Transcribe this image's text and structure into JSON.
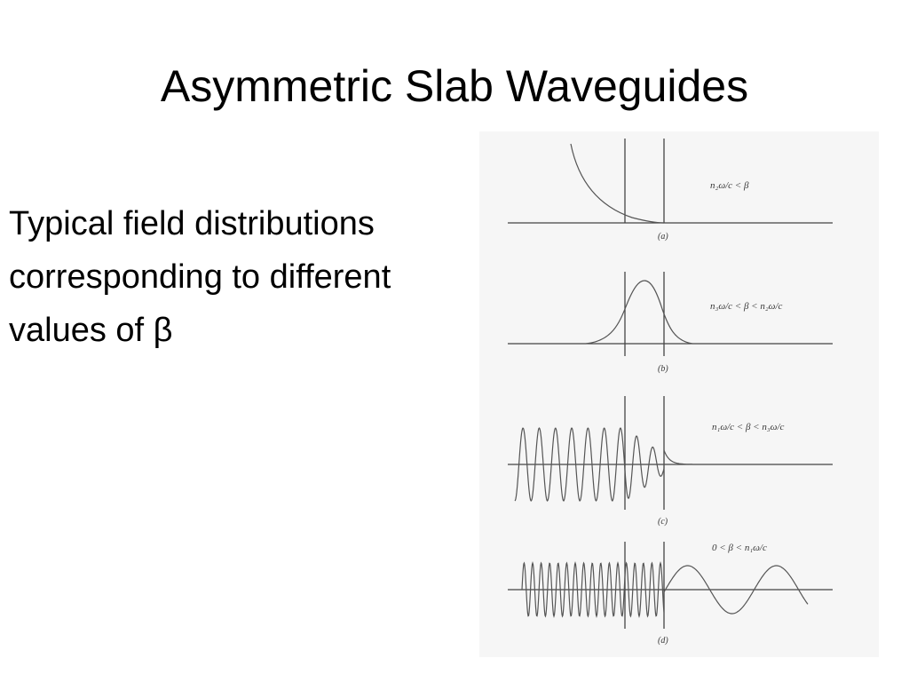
{
  "slide": {
    "title": "Asymmetric Slab Waveguides",
    "body_lines": [
      "Typical field distributions",
      "corresponding to different",
      "values of β"
    ]
  },
  "figure": {
    "panels": [
      {
        "condition": "n₂ω/c < β",
        "tag": "(a)"
      },
      {
        "condition": "n₃ω/c < β < n₂ω/c",
        "tag": "(b)"
      },
      {
        "condition": "n₁ω/c < β < n₃ω/c",
        "tag": "(c)"
      },
      {
        "condition": "0 < β < n₁ω/c",
        "tag": "(d)"
      }
    ]
  },
  "colors": {
    "background": "#ffffff",
    "text": "#000000",
    "figure_background": "#f6f6f6",
    "figure_ink": "#444444"
  }
}
